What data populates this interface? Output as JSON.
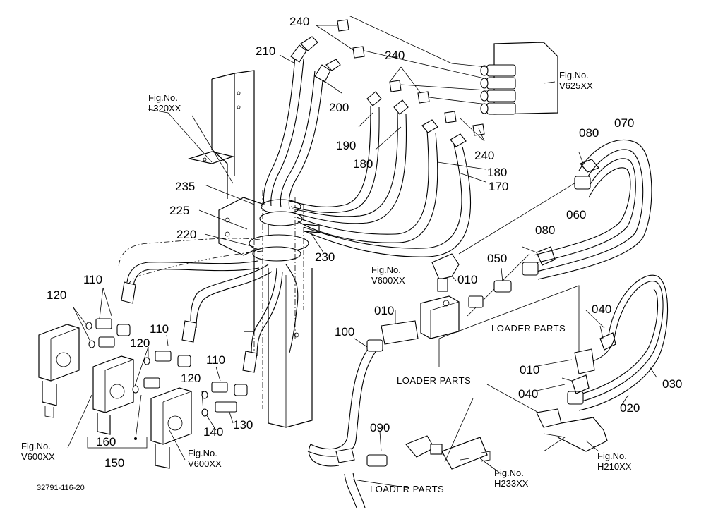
{
  "callouts": [
    {
      "id": "c240a",
      "text": "240"
    },
    {
      "id": "c210",
      "text": "210"
    },
    {
      "id": "c240b",
      "text": "240"
    },
    {
      "id": "c200",
      "text": "200"
    },
    {
      "id": "c190",
      "text": "190"
    },
    {
      "id": "c180a",
      "text": "180"
    },
    {
      "id": "c240c",
      "text": "240"
    },
    {
      "id": "c180b",
      "text": "180"
    },
    {
      "id": "c170",
      "text": "170"
    },
    {
      "id": "c080a",
      "text": "080"
    },
    {
      "id": "c070",
      "text": "070"
    },
    {
      "id": "c235",
      "text": "235"
    },
    {
      "id": "c225",
      "text": "225"
    },
    {
      "id": "c220",
      "text": "220"
    },
    {
      "id": "c230",
      "text": "230"
    },
    {
      "id": "c060",
      "text": "060"
    },
    {
      "id": "c080b",
      "text": "080"
    },
    {
      "id": "c110a",
      "text": "110"
    },
    {
      "id": "c120a",
      "text": "120"
    },
    {
      "id": "c010a",
      "text": "010"
    },
    {
      "id": "c050",
      "text": "050"
    },
    {
      "id": "c010b",
      "text": "010"
    },
    {
      "id": "c100",
      "text": "100"
    },
    {
      "id": "c110b",
      "text": "110"
    },
    {
      "id": "c120b",
      "text": "120"
    },
    {
      "id": "c110c",
      "text": "110"
    },
    {
      "id": "c120c",
      "text": "120"
    },
    {
      "id": "c040a",
      "text": "040"
    },
    {
      "id": "c010c",
      "text": "010"
    },
    {
      "id": "c040b",
      "text": "040"
    },
    {
      "id": "c030",
      "text": "030"
    },
    {
      "id": "c020",
      "text": "020"
    },
    {
      "id": "c140",
      "text": "140"
    },
    {
      "id": "c130",
      "text": "130"
    },
    {
      "id": "c160",
      "text": "160"
    },
    {
      "id": "c150",
      "text": "150"
    },
    {
      "id": "c090",
      "text": "090"
    }
  ],
  "figure_refs": [
    {
      "id": "f_v625",
      "label": "Fig.No.",
      "code": "V625XX"
    },
    {
      "id": "f_l320",
      "label": "Fig.No.",
      "code": "L320XX"
    },
    {
      "id": "f_v600a",
      "label": "Fig.No.",
      "code": "V600XX"
    },
    {
      "id": "f_v600b",
      "label": "Fig.No.",
      "code": "V600XX"
    },
    {
      "id": "f_v600c",
      "label": "Fig.No.",
      "code": "V600XX"
    },
    {
      "id": "f_h233",
      "label": "Fig.No.",
      "code": "H233XX"
    },
    {
      "id": "f_h210",
      "label": "Fig.No.",
      "code": "H210XX"
    }
  ],
  "notes": [
    {
      "id": "n_loader1",
      "text": "LOADER PARTS"
    },
    {
      "id": "n_loader2",
      "text": "LOADER PARTS"
    },
    {
      "id": "n_loader3",
      "text": "LOADER PARTS"
    }
  ],
  "document_number": "32791-116-20"
}
